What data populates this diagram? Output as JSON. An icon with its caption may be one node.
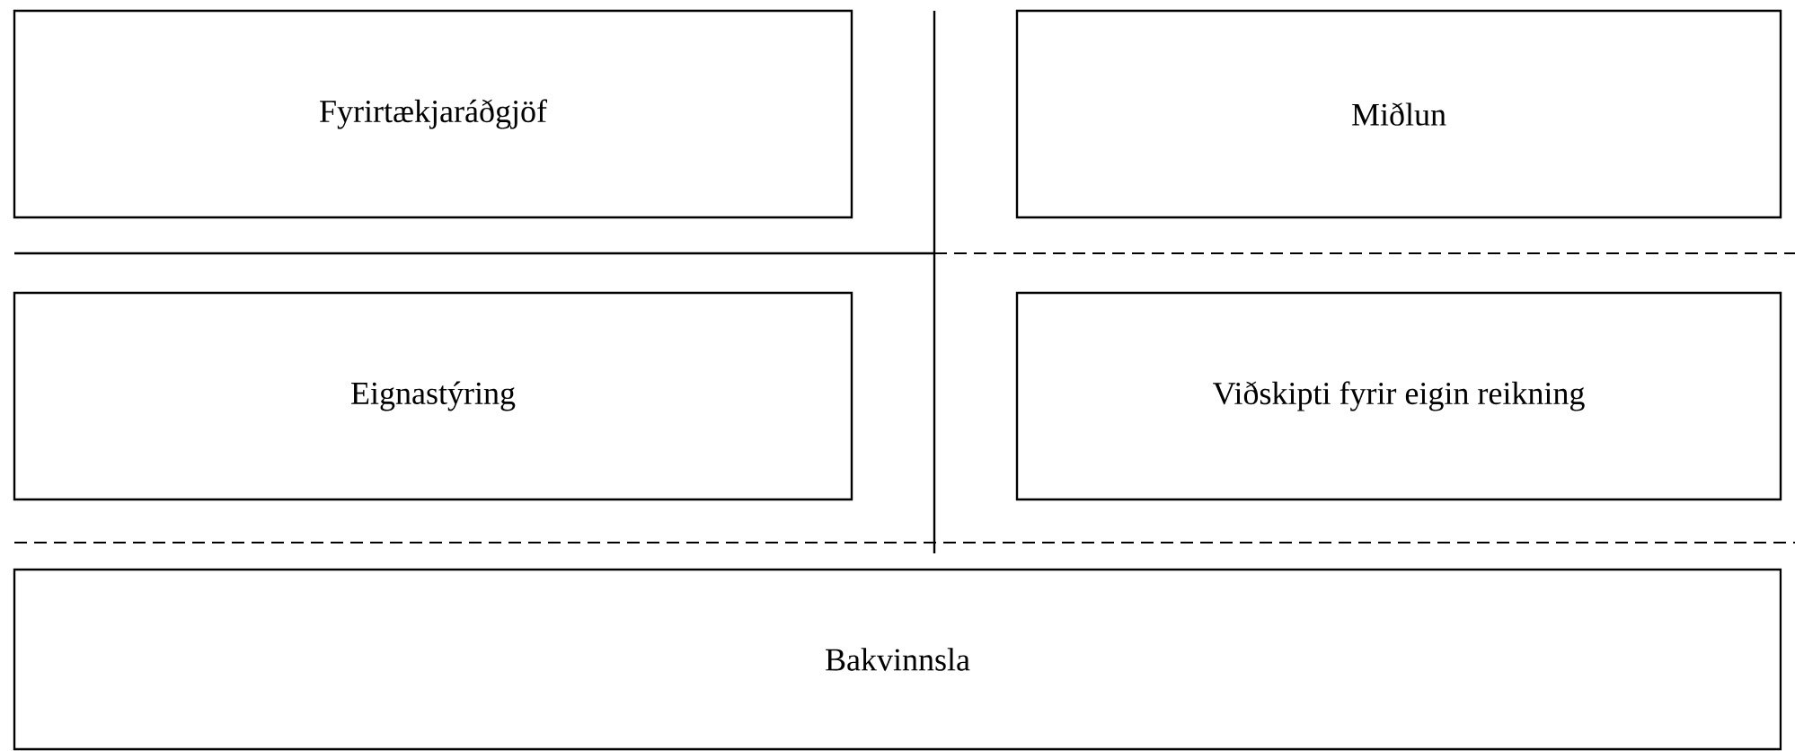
{
  "diagram": {
    "nodes": [
      {
        "text": [
          "Fyrirtækjaráðgjöf"
        ]
      },
      {
        "text": [
          "Miðlun"
        ]
      },
      {
        "text": [
          "Eignastýring"
        ]
      },
      {
        "text": [
          "Viðskipti fyrir eigin reikning"
        ]
      },
      {
        "text": [
          "Bakvinnsla"
        ]
      }
    ]
  }
}
